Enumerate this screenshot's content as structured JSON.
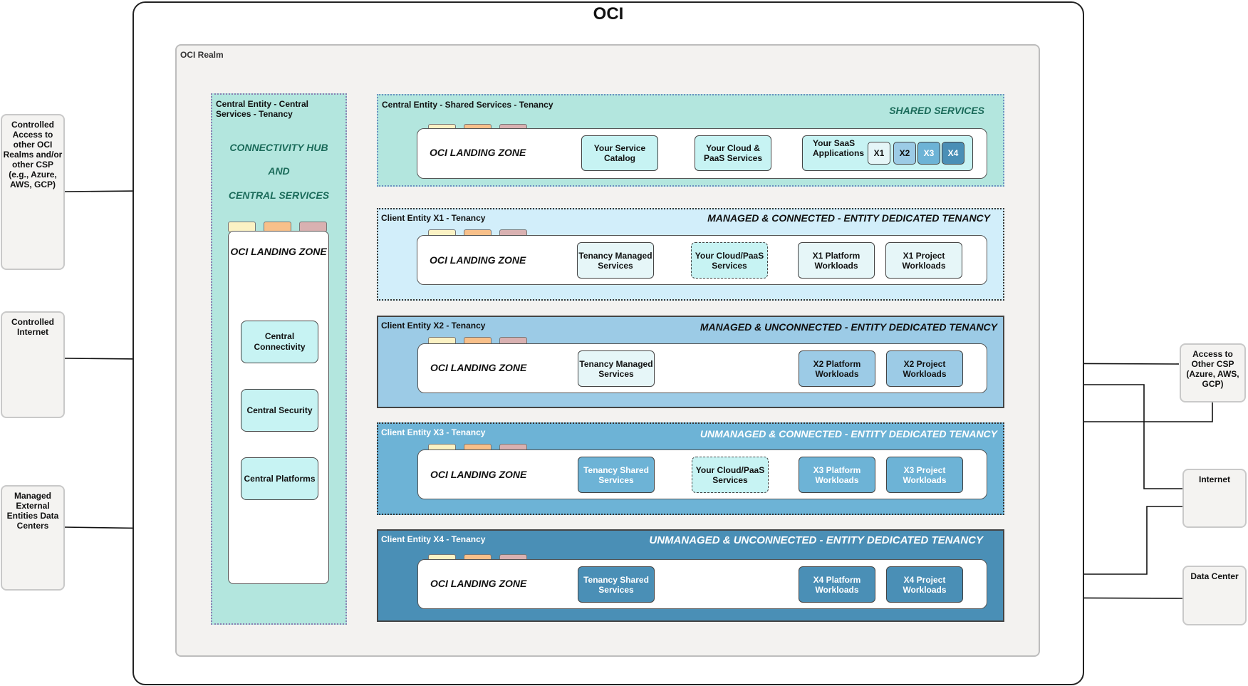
{
  "diagram": {
    "title": "OCI",
    "realm_label": "OCI Realm",
    "landing_zone_label": "OCI LANDING ZONE",
    "hub": {
      "title": "Central Entity - Central Services - Tenancy",
      "lines": [
        "CONNECTIVITY HUB",
        "AND",
        "CENTRAL SERVICES"
      ],
      "landing_zone": "OCI LANDING ZONE",
      "services": [
        "Central Connectivity",
        "Central Security",
        "Central Platforms"
      ]
    },
    "left_externals": [
      "Controlled Access to other OCI Realms and/or other CSP (e.g., Azure, AWS, GCP)",
      "Controlled Internet",
      "Managed External Entities Data Centers"
    ],
    "right_externals": [
      "Access to Other CSP (Azure, AWS, GCP)",
      "Internet",
      "Data Center"
    ],
    "shared": {
      "title": "Central Entity - Shared Services - Tenancy",
      "tag": "SHARED SERVICES",
      "services": [
        "Your Service Catalog",
        "Your Cloud & PaaS Services"
      ],
      "saas_label": "Your SaaS Applications",
      "saas_badges": [
        "X1",
        "X2",
        "X3",
        "X4"
      ]
    },
    "x1": {
      "title": "Client Entity X1 - Tenancy",
      "tag": "MANAGED & CONNECTED  - ENTITY DEDICATED TENANCY",
      "services": [
        "Tenancy Managed Services",
        "Your Cloud/PaaS Services",
        "X1 Platform Workloads",
        "X1 Project Workloads"
      ]
    },
    "x2": {
      "title": "Client Entity X2 - Tenancy",
      "tag": "MANAGED  & UNCONNECTED - ENTITY DEDICATED TENANCY",
      "services": [
        "Tenancy Managed Services",
        "X2 Platform Workloads",
        "X2 Project Workloads"
      ]
    },
    "x3": {
      "title": "Client Entity X3 - Tenancy",
      "tag": "UNMANAGED  & CONNECTED - ENTITY DEDICATED TENANCY",
      "services": [
        "Tenancy Shared Services",
        "Your Cloud/PaaS Services",
        "X3 Platform Workloads",
        "X3 Project Workloads"
      ]
    },
    "x4": {
      "title": "Client Entity X4 - Tenancy",
      "tag": "UNMANAGED  & UNCONNECTED - ENTITY DEDICATED TENANCY",
      "services": [
        "Tenancy Shared Services",
        "X4 Platform Workloads",
        "X4 Project Workloads"
      ]
    },
    "colors": {
      "hub_bg": "#b3e6de",
      "shared_bg": "#b3e6de",
      "x1_bg": "#d2eefa",
      "x2_bg": "#9ccbe6",
      "x3_bg": "#6db3d6",
      "x4_bg": "#4a8fb6"
    }
  }
}
